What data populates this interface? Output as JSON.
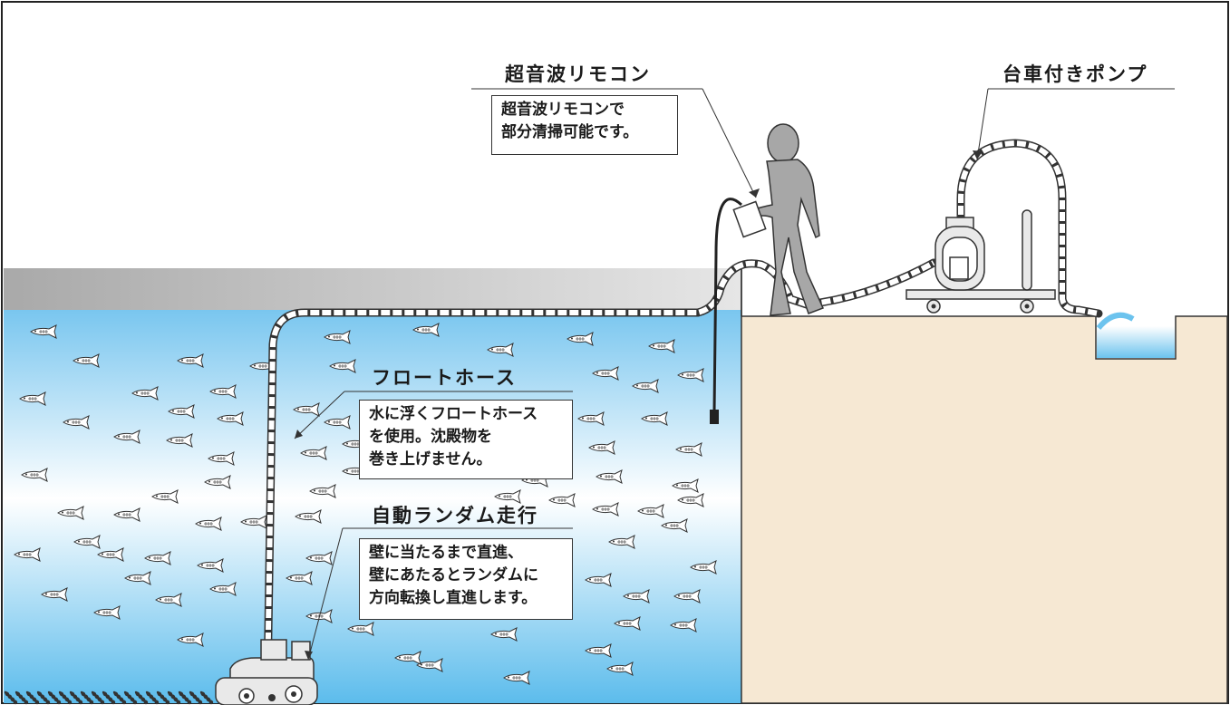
{
  "labels": {
    "remote_title": "超音波リモコン",
    "remote_desc": [
      "超音波リモコンで",
      "部分清掃可能です。"
    ],
    "pump_title": "台車付きポンプ",
    "hose_title": "フロートホース",
    "hose_desc": [
      "水に浮くフロートホース",
      "を使用。沈殿物を",
      "巻き上げません。"
    ],
    "drive_title": "自動ランダム走行",
    "drive_desc": [
      "壁に当たるまで直進、",
      "壁にあたるとランダムに",
      "方向転換し直進します。"
    ]
  },
  "colors": {
    "water_top": "#79c6ef",
    "water_mid": "#ffffff",
    "water_bottom": "#5cbcec",
    "ground": "#f6e8d3",
    "wall_grey": "#b4b4b4",
    "figure": "#a7a7a7",
    "pump": "#e9e9e9"
  }
}
